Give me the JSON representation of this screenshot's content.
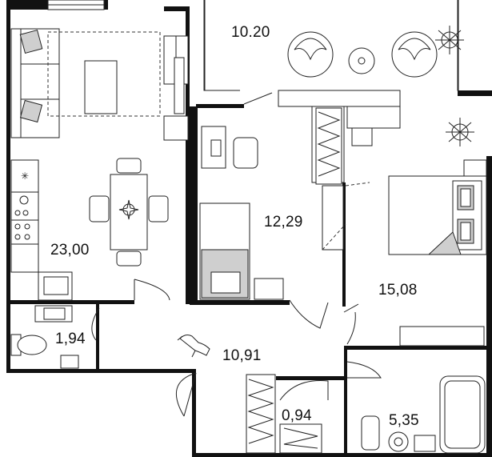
{
  "plan": {
    "rooms": [
      {
        "id": "living-kitchen",
        "area": "23,00"
      },
      {
        "id": "balcony",
        "area": "10.20"
      },
      {
        "id": "study",
        "area": "12,29"
      },
      {
        "id": "bedroom",
        "area": "15,08"
      },
      {
        "id": "toilet",
        "area": "1,94"
      },
      {
        "id": "hallway",
        "area": "10,91"
      },
      {
        "id": "closet",
        "area": "0,94"
      },
      {
        "id": "bathroom",
        "area": "5,35"
      }
    ]
  },
  "colors": {
    "wall": "#111111",
    "accent_grey": "#cfcfcf",
    "background": "#ffffff"
  }
}
